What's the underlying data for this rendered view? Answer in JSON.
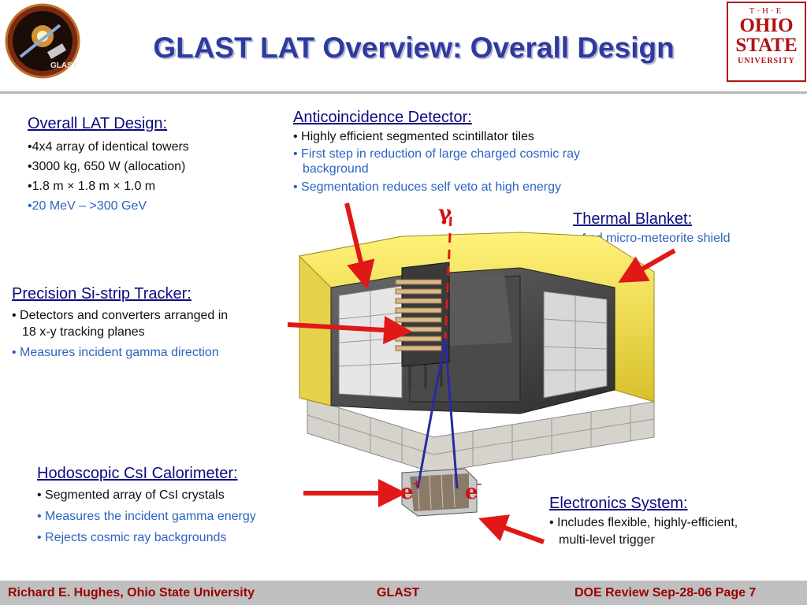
{
  "header": {
    "title": "GLAST LAT Overview: Overall Design",
    "patch_text": "GLAST",
    "osu_logo": {
      "the": "T·H·E",
      "line1": "OHIO",
      "line2": "STATE",
      "line3": "UNIVERSITY"
    }
  },
  "overall": {
    "heading": "Overall LAT Design:",
    "items": [
      "•4x4 array of identical towers",
      "•3000 kg,  650 W (allocation)",
      "•1.8 m × 1.8 m × 1.0 m",
      "•20 MeV – >300 GeV"
    ]
  },
  "acd": {
    "heading": "Anticoincidence Detector:",
    "items": [
      "• Highly efficient segmented scintillator tiles",
      "• First step in reduction of large charged cosmic ray",
      "background",
      "• Segmentation reduces self veto at high energy"
    ]
  },
  "thermal": {
    "heading": "Thermal Blanket:",
    "items": [
      "• And micro-meteorite shield"
    ]
  },
  "tracker": {
    "heading": "Precision Si-strip Tracker:",
    "items": [
      "• Detectors and converters arranged in",
      "18 x-y tracking planes",
      "• Measures incident gamma direction"
    ]
  },
  "calorimeter": {
    "heading": "Hodoscopic CsI Calorimeter:",
    "items": [
      "• Segmented array of CsI crystals",
      "• Measures the incident gamma energy",
      "• Rejects cosmic ray backgrounds"
    ]
  },
  "electronics": {
    "heading": "Electronics System:",
    "items": [
      "• Includes flexible, highly-efficient,",
      "multi-level trigger"
    ]
  },
  "diagram": {
    "gamma": "γ",
    "e_plus": "e",
    "e_plus_sup": "+",
    "e_minus": "e",
    "e_minus_sup": "–"
  },
  "footer": {
    "left": "Richard E. Hughes, Ohio State University",
    "center": "GLAST",
    "right": "DOE Review Sep-28-06   Page   7"
  },
  "colors": {
    "title": "#2e3a9e",
    "heading": "#0b0b80",
    "bullet_black": "#101010",
    "bullet_blue": "#2c63c0",
    "arrow": "#e01818",
    "footer_text": "#9a0000",
    "footer_bar": "#bfbfbf"
  }
}
